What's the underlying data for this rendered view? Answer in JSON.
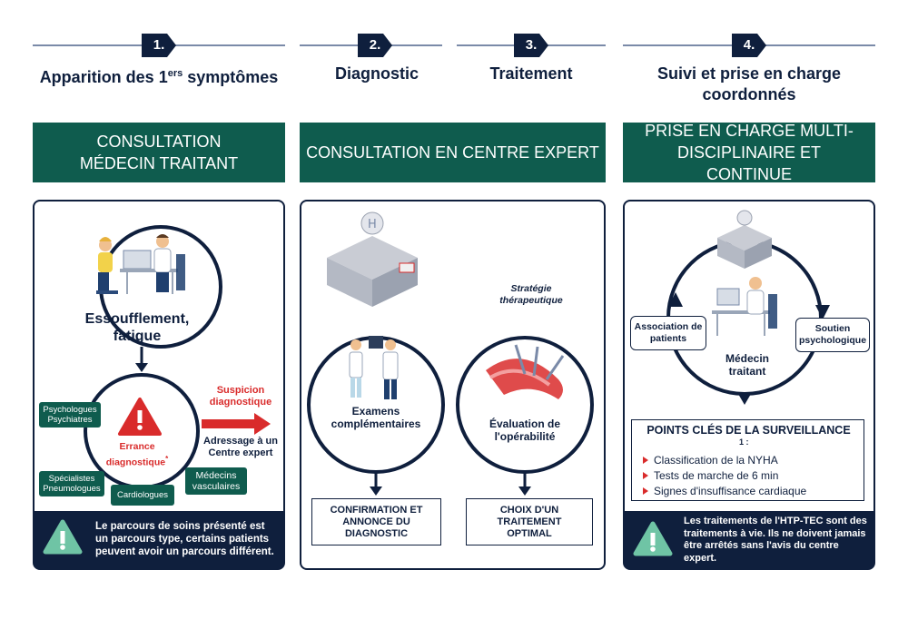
{
  "steps": [
    {
      "number": "1.",
      "title_main": "Apparition des 1",
      "title_sup": "ers",
      "title_end": " symptômes"
    },
    {
      "number": "2.",
      "title": "Diagnostic"
    },
    {
      "number": "3.",
      "title": "Traitement"
    },
    {
      "number": "4.",
      "title": "Suivi et prise en charge coordonnés"
    }
  ],
  "banners": {
    "left": "CONSULTATION MÉDECIN TRAITANT",
    "middle": "CONSULTATION EN CENTRE EXPERT",
    "right": "PRISE EN CHARGE MULTI-DISCIPLINAIRE ET CONTINUE"
  },
  "panel1": {
    "symptoms": "Essoufflement, fatigue",
    "errance": "Errance diagnostique",
    "errance_mark": "*",
    "suspicion": "Suspicion diagnostique",
    "adressage": "Adressage à un Centre expert",
    "tags": {
      "psychologues": "Psychologues Psychiatres",
      "specialistes": "Spécialistes Pneumologues",
      "cardiologues": "Cardiologues",
      "vasculaires": "Médecins vasculaires"
    },
    "footer": "Le parcours de soins présenté est un parcours type, certains patients peuvent avoir un parcours différent."
  },
  "panel2": {
    "strategie": "Stratégie thérapeutique",
    "examens": "Examens complémentaires",
    "evaluation": "Évaluation de l'opérabilité",
    "confirmation": "CONFIRMATION ET ANNONCE DU DIAGNOSTIC",
    "choix": "CHOIX D'UN TRAITEMENT OPTIMAL"
  },
  "panel4": {
    "association": "Association de patients",
    "soutien": "Soutien psychologique",
    "medecin": "Médecin traitant",
    "keys_title": "POINTS CLÉS DE LA SURVEILLANCE",
    "keys_ref": "1 :",
    "keys": [
      "Classification de la NYHA",
      "Tests de marche de 6 min",
      "Signes d'insuffisance cardiaque"
    ],
    "footer": "Les traitements de l'HTP-TEC sont des traitements à vie. Ils ne doivent jamais être arrêtés sans l'avis du centre expert."
  },
  "colors": {
    "navy": "#0f1f3d",
    "green": "#0f5c4e",
    "red": "#d92b2b",
    "mint": "#6fc4a5"
  }
}
